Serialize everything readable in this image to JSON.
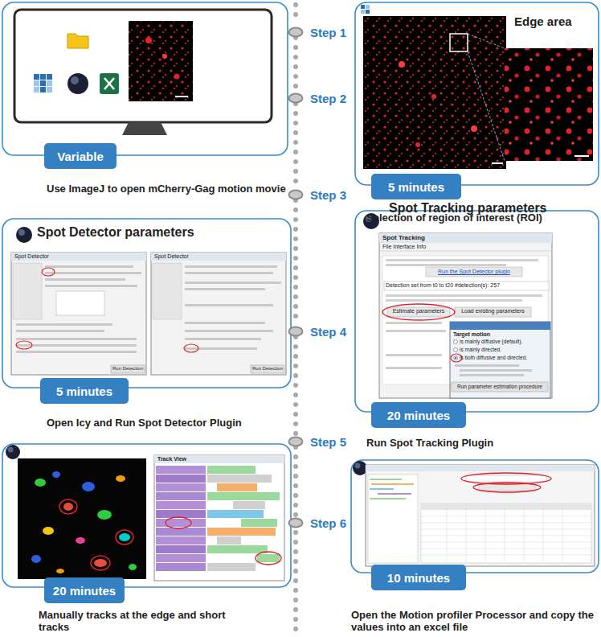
{
  "diagram": {
    "nodes": [
      {
        "text": [
          "Step 1"
        ]
      },
      {
        "text": [
          "Variable"
        ]
      },
      {
        "text": [
          "Step 2"
        ]
      },
      {
        "text": [
          "5 minutes"
        ]
      },
      {
        "text": [
          "Step 3"
        ]
      },
      {
        "text": [
          "5 minutes"
        ]
      },
      {
        "text": [
          "Step 4"
        ]
      },
      {
        "text": [
          "20 minutes"
        ]
      },
      {
        "text": [
          "Step 5"
        ]
      },
      {
        "text": [
          "20 minutes"
        ]
      },
      {
        "text": [
          "Step 6"
        ]
      },
      {
        "text": [
          "10 minutes"
        ]
      }
    ],
    "edges": [
      {
        "from": 0,
        "to": 2,
        "arrow": "none"
      },
      {
        "from": 2,
        "to": 4,
        "arrow": "none"
      },
      {
        "from": 4,
        "to": 6,
        "arrow": "none"
      },
      {
        "from": 6,
        "to": 8,
        "arrow": "none"
      },
      {
        "from": 8,
        "to": 10,
        "arrow": "none"
      }
    ],
    "labels": [
      "Use ImageJ to open mCherry-Gag motion movie",
      "Edge area",
      "Selection of region of interest (ROI)",
      "Spot Detector parameters",
      "Spot Detector",
      "Spot Detector",
      "Run Detection",
      "Run Detection",
      "Spot Tracking parameters",
      "Spot Tracking",
      "File Interface Info",
      "Run the Spot Detector plugin",
      "Detection set from t0 to t20 #detection(s): 257",
      "Estimate parameters",
      "Load existing parameters",
      "Target motion",
      "is mainly diffusive (default).",
      "is mainly directed.",
      "is both diffusive and directed.",
      "Run parameter estimation procedure",
      "Open Icy and Run Spot Detector Plugin",
      "Run Spot Tracking Plugin",
      "Track View",
      "Manually tracks at the edge and short tracks",
      "Open the Motion profiler Processor and copy the values into an excel file"
    ]
  }
}
